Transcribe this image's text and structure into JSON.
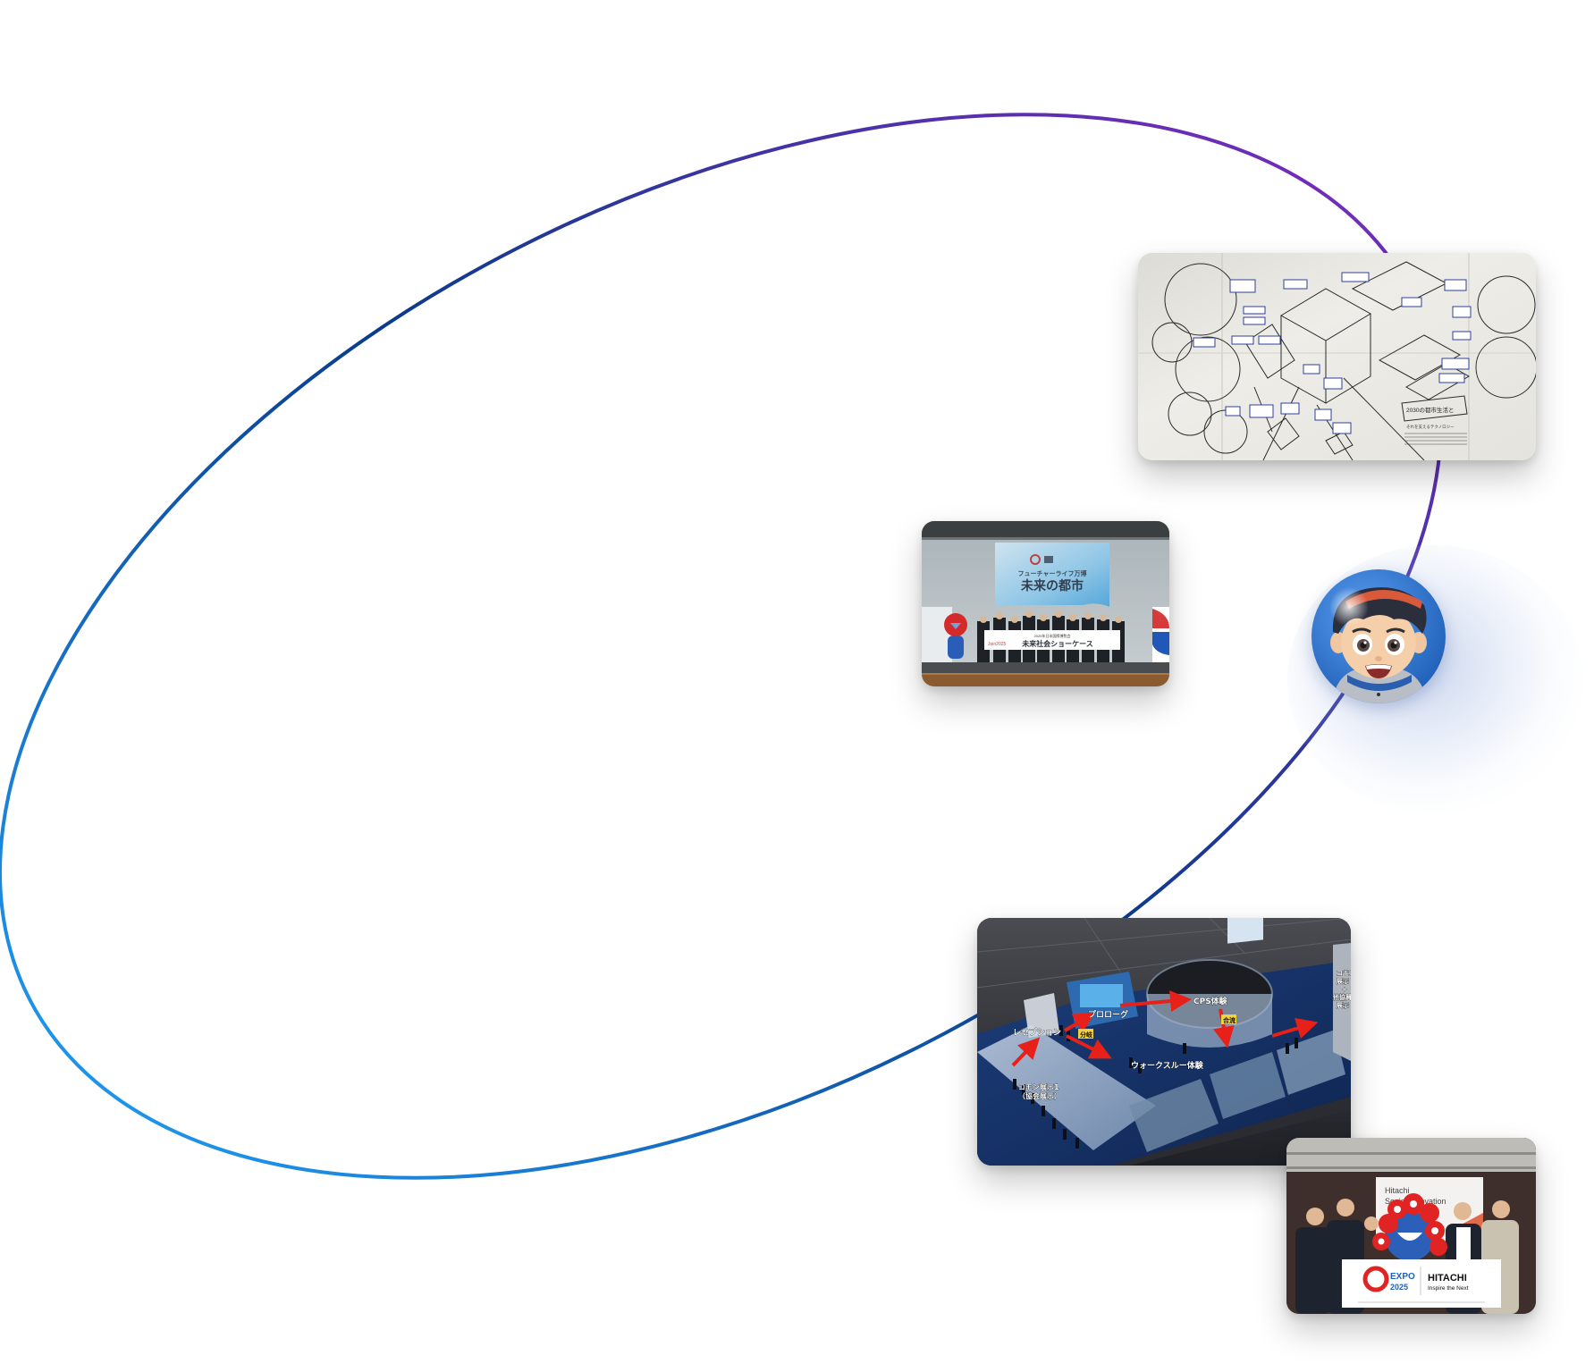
{
  "orbit": {
    "gradient_colors": [
      "#1e96ee",
      "#0a3b8c",
      "#7b2bbd"
    ]
  },
  "cards": {
    "sketch": {
      "alt": "Hand-drawn whiteboard sketch of a future city",
      "caption_lines": [
        "2030の都市生活と",
        "それを支えるテクノロジー"
      ]
    },
    "stage": {
      "alt": "Group photo on stage at Future Society Showcase event",
      "screen_subtitle": "フューチャーライフ万博",
      "screen_title": "未来の都市",
      "banner_small": "2025年日本国際博覧会",
      "banner_title": "未来社会ショーケース",
      "banner_left": "Join2025"
    },
    "floor": {
      "alt": "Isometric rendering of the pavilion exhibit floor plan",
      "labels": {
        "reception": "レセプション",
        "prologue": "プロローグ",
        "branch": "分岐",
        "cps": "CPS体験",
        "merge": "合流",
        "walkthrough": "ウォークスルー体験",
        "common1_line1": "コモン展示1",
        "common1_line2": "（協会展示）",
        "right_line1": "コモン",
        "right_line2": "展示",
        "right_line3": "+",
        "right_line4": "他協賛",
        "right_line5": "展示"
      }
    },
    "group": {
      "alt": "Group photo with EXPO 2025 mascot and Hitachi banner",
      "screen_text_line1": "Hitachi",
      "screen_text_line2": "Social Innovation",
      "expo_label": "EXPO",
      "expo_year": "2025",
      "brand": "HITACHI",
      "tagline": "Inspire the Next"
    }
  },
  "avatar": {
    "alt": "Animated character avatar",
    "colors": {
      "background": "#2f79d6",
      "hair": "#2b2e3b",
      "accent_stripe": "#d95a3a"
    }
  }
}
